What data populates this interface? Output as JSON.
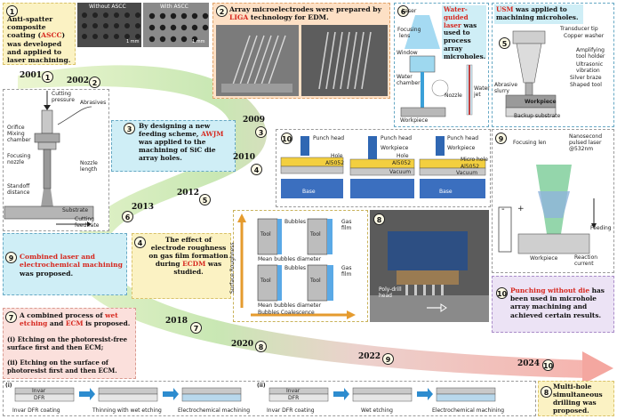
{
  "panels": {
    "p1": {
      "number": "1",
      "text_a": "Anti-spatter composite coating (",
      "text_red": "ASCC",
      "text_b": ") was developed and applied to laser machining.",
      "img_label_1": "Without ASCC",
      "img_label_2": "With ASCC",
      "scale_1": "1 mm",
      "scale_2": "1 mm"
    },
    "p2": {
      "number": "2",
      "text_a": "Array microelectrodes were prepared by ",
      "text_red": "LIGA",
      "text_b": " technology for EDM."
    },
    "p3": {
      "number": "3",
      "text_a": "By designing a new feeding scheme, ",
      "text_red": "AWJM",
      "text_b": " was applied to the machining of SiC die array holes."
    },
    "p4": {
      "number": "4",
      "text_a": "The effect of electrode roughness on gas film formation during ",
      "text_red": "ECDM",
      "text_b": " was studied.",
      "labels": {
        "surface_roughness": "Surface Roughness",
        "tool_1": "Tool",
        "tool_2": "Tool",
        "tool_3": "Tool",
        "tool_4": "Tool",
        "bubbles_1": "Bubbles",
        "bubbles_2": "Bubbles",
        "gas_film_1": "Gas film",
        "gas_film_2": "Gas film",
        "mean_diam_1": "Mean bubbles diameter",
        "mean_diam_2": "Mean bubbles diameter",
        "coalescence": "Bubbles Coalescence"
      }
    },
    "p5": {
      "number": "5",
      "text_red": "USM",
      "text_b": " was applied to machining microholes.",
      "labels": {
        "transducer": "Transducer tip",
        "washer": "Copper washer",
        "amplifying": "Amplifying",
        "tool_holder": "tool holder",
        "ultrasonic": "Ultrasonic",
        "vibration": "vibration",
        "silver_braze": "Silver braze",
        "shaped_tool": "Shaped tool",
        "abrasive": "Abrasive",
        "slurry": "slurry",
        "workpiece": "Workpiece",
        "backup": "Backup substrate"
      }
    },
    "p6": {
      "number": "6",
      "text_red": "Water-guided laser",
      "text_b": " was used to process array microholes.",
      "labels": {
        "laser": "Laser",
        "focusing": "Focusing",
        "lens": "lens",
        "window": "Window",
        "water": "Water",
        "chamber": "chamber",
        "nozzle": "Nozzle",
        "water_jet": "Water jet",
        "workpiece": "Workpiece"
      }
    },
    "p7": {
      "number": "7",
      "text_a": "A combined process of ",
      "text_red_1": "wet etching",
      "text_mid": " and ",
      "text_red_2": "ECM",
      "text_b": " is proposed.",
      "line_1": "(i) Etching on the photoresist-free surface first and then ECM;",
      "line_2": "(ii) Etching on the surface of photoresist first and then ECM.",
      "seq_i": {
        "tag": "(i)",
        "invar": "Invar",
        "dfr": "DFR",
        "s1": "Invar DFR coating",
        "s2": "Thinning with wet etching",
        "s3": "Electrochemical machining"
      },
      "seq_ii": {
        "tag": "(ii)",
        "invar": "Invar",
        "dfr": "DFR",
        "s1": "Invar DFR coating",
        "s2": "Wet etching",
        "s3": "Electrochemical machining"
      }
    },
    "p8": {
      "number": "8",
      "text": "Multi-hole simultaneous drilling was proposed.",
      "labels": {
        "head": "Poly-drill head"
      }
    },
    "p9": {
      "number": "9",
      "text_red": "Combined laser and electrochemical machining",
      "text_b": " was proposed.",
      "labels": {
        "focusing_len": "Focusing len",
        "nanosecond": "Nanosecond",
        "pulsed": "pulsed laser",
        "wavelength": "@532nm",
        "feeding": "Feeding",
        "workpiece": "Workpiece",
        "reaction": "Reaction",
        "current": "current",
        "minus": "-",
        "plus": "+"
      }
    },
    "p10": {
      "number": "10",
      "text_red": "Punching without die",
      "text_b": " has been used in microhole array machining and achieved certain results.",
      "labels": {
        "punch_head_1": "Punch head",
        "punch_head_2": "Punch head",
        "punch_head_3": "Punch head",
        "workpiece_1": "Workpiece",
        "workpiece_2": "Workpiece",
        "hole_1": "Hole",
        "hole_2": "Hole",
        "al_1": "Al5052",
        "al_2": "Al5052",
        "al_3": "Al5052",
        "micro_hole": "Micro hole",
        "vacuum_1": "Vacuum",
        "vacuum_2": "Vacuum",
        "base_1": "Base",
        "base_2": "Base"
      }
    },
    "p3_labels": {
      "cutting": "Cutting",
      "pressure": "pressure",
      "abrasives": "Abrasives",
      "orifice": "Orifice",
      "mixing": "Mixing",
      "chamber": "chamber",
      "focusing": "Focusing",
      "nozzle": "nozzle",
      "nozzle_len": "Nozzle",
      "length": "length",
      "standoff": "Standoff",
      "distance": "distance",
      "substrate": "Substrate",
      "cutting_feed": "Cutting",
      "feed_rate": "feed rate"
    }
  },
  "timeline": [
    {
      "year": "2001",
      "num": "1"
    },
    {
      "year": "2002",
      "num": "2"
    },
    {
      "year": "2009",
      "num": "3"
    },
    {
      "year": "2010",
      "num": "4"
    },
    {
      "year": "2012",
      "num": "5"
    },
    {
      "year": "2013",
      "num": "6"
    },
    {
      "year": "2018",
      "num": "7"
    },
    {
      "year": "2020",
      "num": "8"
    },
    {
      "year": "2022",
      "num": "9"
    },
    {
      "year": "2024",
      "num": "10"
    }
  ],
  "colors": {
    "accent_red": "#d6271e",
    "box_yellow": "#fbf2c3",
    "box_cyan": "#cfeef6",
    "box_pink": "#fbe0dc",
    "box_orange": "#fde0c5",
    "box_green": "#d9f2dd",
    "box_lavender": "#ece3f5"
  }
}
